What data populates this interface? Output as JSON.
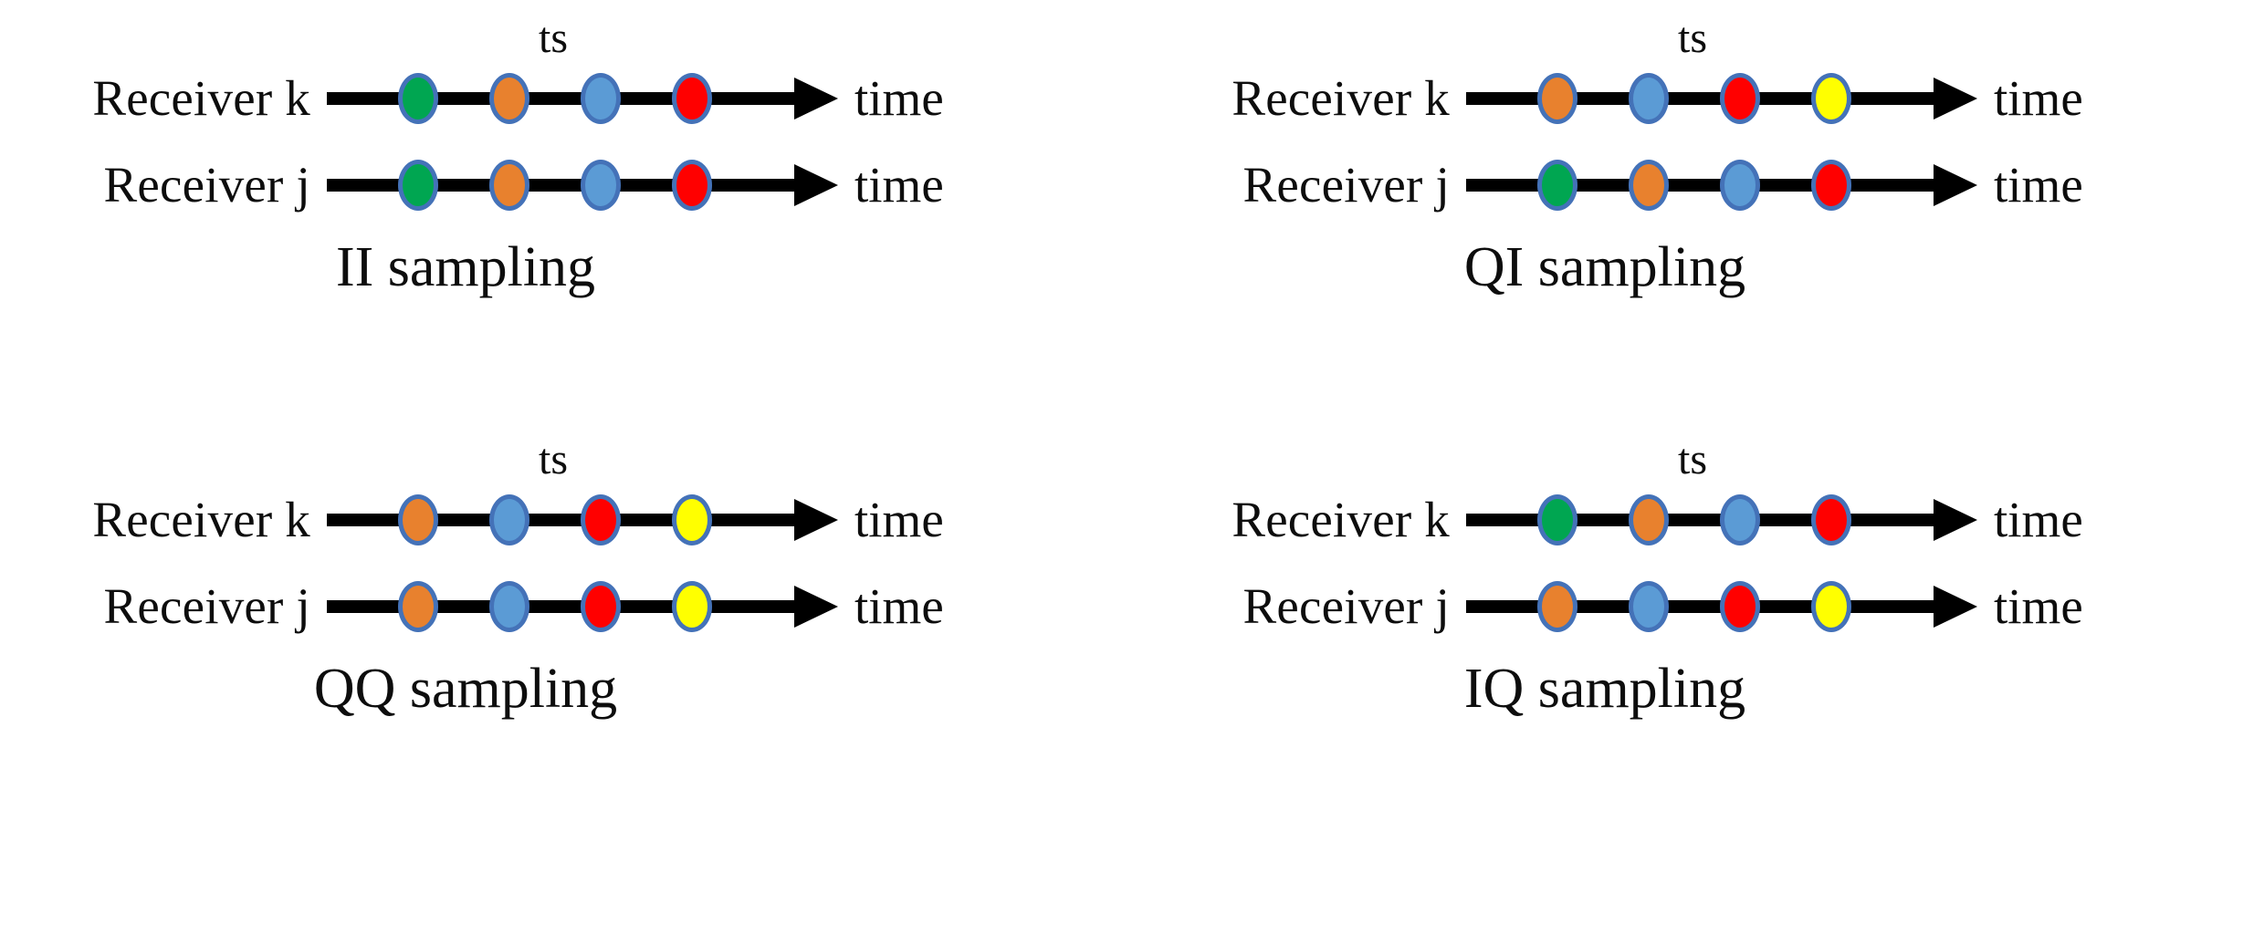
{
  "figure": {
    "background_color": "#ffffff",
    "ring_color": "#4472b8",
    "axis_color": "#000000",
    "palette": {
      "green": "#00a651",
      "orange": "#e8812e",
      "blue": "#5b9bd5",
      "red": "#ff0000",
      "yellow": "#ffff00"
    }
  },
  "labels": {
    "receiver_k": "Receiver k",
    "receiver_j": "Receiver j",
    "time": "time",
    "ts": "ts"
  },
  "panels": [
    {
      "id": "ii-sampling",
      "caption": "II sampling",
      "ts_label": "ts",
      "tracks": [
        {
          "receiver": "Receiver k",
          "axis_label": "time",
          "dots": [
            "green",
            "orange",
            "blue",
            "red"
          ]
        },
        {
          "receiver": "Receiver j",
          "axis_label": "time",
          "dots": [
            "green",
            "orange",
            "blue",
            "red"
          ]
        }
      ]
    },
    {
      "id": "qi-sampling",
      "caption": "QI sampling",
      "ts_label": "ts",
      "tracks": [
        {
          "receiver": "Receiver k",
          "axis_label": "time",
          "dots": [
            "orange",
            "blue",
            "red",
            "yellow"
          ]
        },
        {
          "receiver": "Receiver j",
          "axis_label": "time",
          "dots": [
            "green",
            "orange",
            "blue",
            "red"
          ]
        }
      ]
    },
    {
      "id": "qq-sampling",
      "caption": "QQ sampling",
      "ts_label": "ts",
      "tracks": [
        {
          "receiver": "Receiver k",
          "axis_label": "time",
          "dots": [
            "orange",
            "blue",
            "red",
            "yellow"
          ]
        },
        {
          "receiver": "Receiver j",
          "axis_label": "time",
          "dots": [
            "orange",
            "blue",
            "red",
            "yellow"
          ]
        }
      ]
    },
    {
      "id": "iq-sampling",
      "caption": "IQ sampling",
      "ts_label": "ts",
      "tracks": [
        {
          "receiver": "Receiver k",
          "axis_label": "time",
          "dots": [
            "green",
            "orange",
            "blue",
            "red"
          ]
        },
        {
          "receiver": "Receiver j",
          "axis_label": "time",
          "dots": [
            "orange",
            "blue",
            "red",
            "yellow"
          ]
        }
      ]
    }
  ]
}
